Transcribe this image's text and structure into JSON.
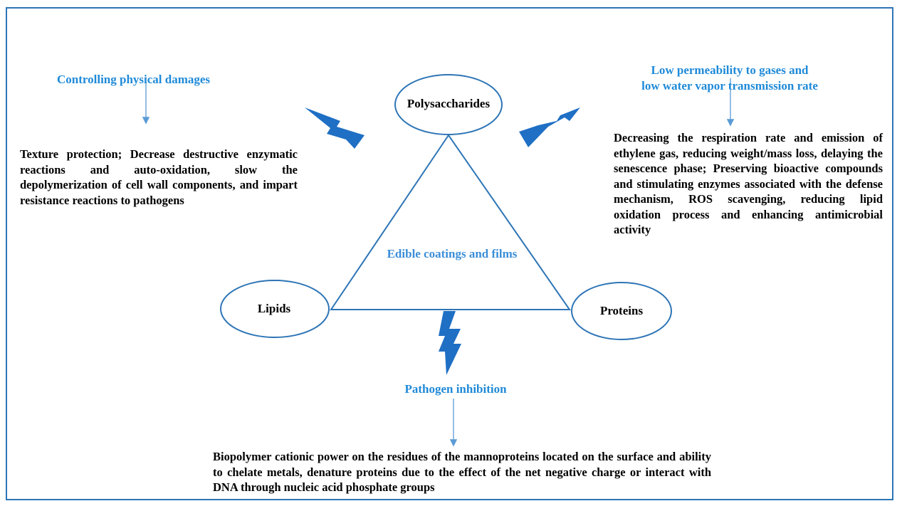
{
  "colors": {
    "frame": "#2e75b6",
    "accent_text": "#1f8ad8",
    "shape_stroke": "#2e75b6",
    "bolt_fill": "#1f6fc4"
  },
  "nodes": {
    "top": "Polysaccharides",
    "left": "Lipids",
    "right": "Proteins",
    "center": "Edible coatings and films"
  },
  "headings": {
    "left": "Controlling physical damages",
    "right_line1": "Low permeability to gases and",
    "right_line2": "low water vapor transmission rate",
    "bottom": "Pathogen inhibition"
  },
  "descriptions": {
    "left": "Texture protection; Decrease destructive enzymatic reactions and auto-oxidation, slow the depolymerization of cell wall components, and impart resistance reactions to pathogens",
    "right": "Decreasing the respiration rate and emission of ethylene gas, reducing weight/mass loss, delaying the senescence phase; Preserving bioactive compounds and stimulating enzymes associated with the defense mechanism, ROS scavenging, reducing lipid oxidation process and enhancing antimicrobial activity",
    "bottom": "Biopolymer cationic power on the residues of the mannoproteins located on the surface and ability to chelate metals, denature proteins due to the effect of the net negative charge or interact with DNA through nucleic acid phosphate groups"
  },
  "icons": [
    "lightning-bolt-icon",
    "arrow-down-icon"
  ]
}
